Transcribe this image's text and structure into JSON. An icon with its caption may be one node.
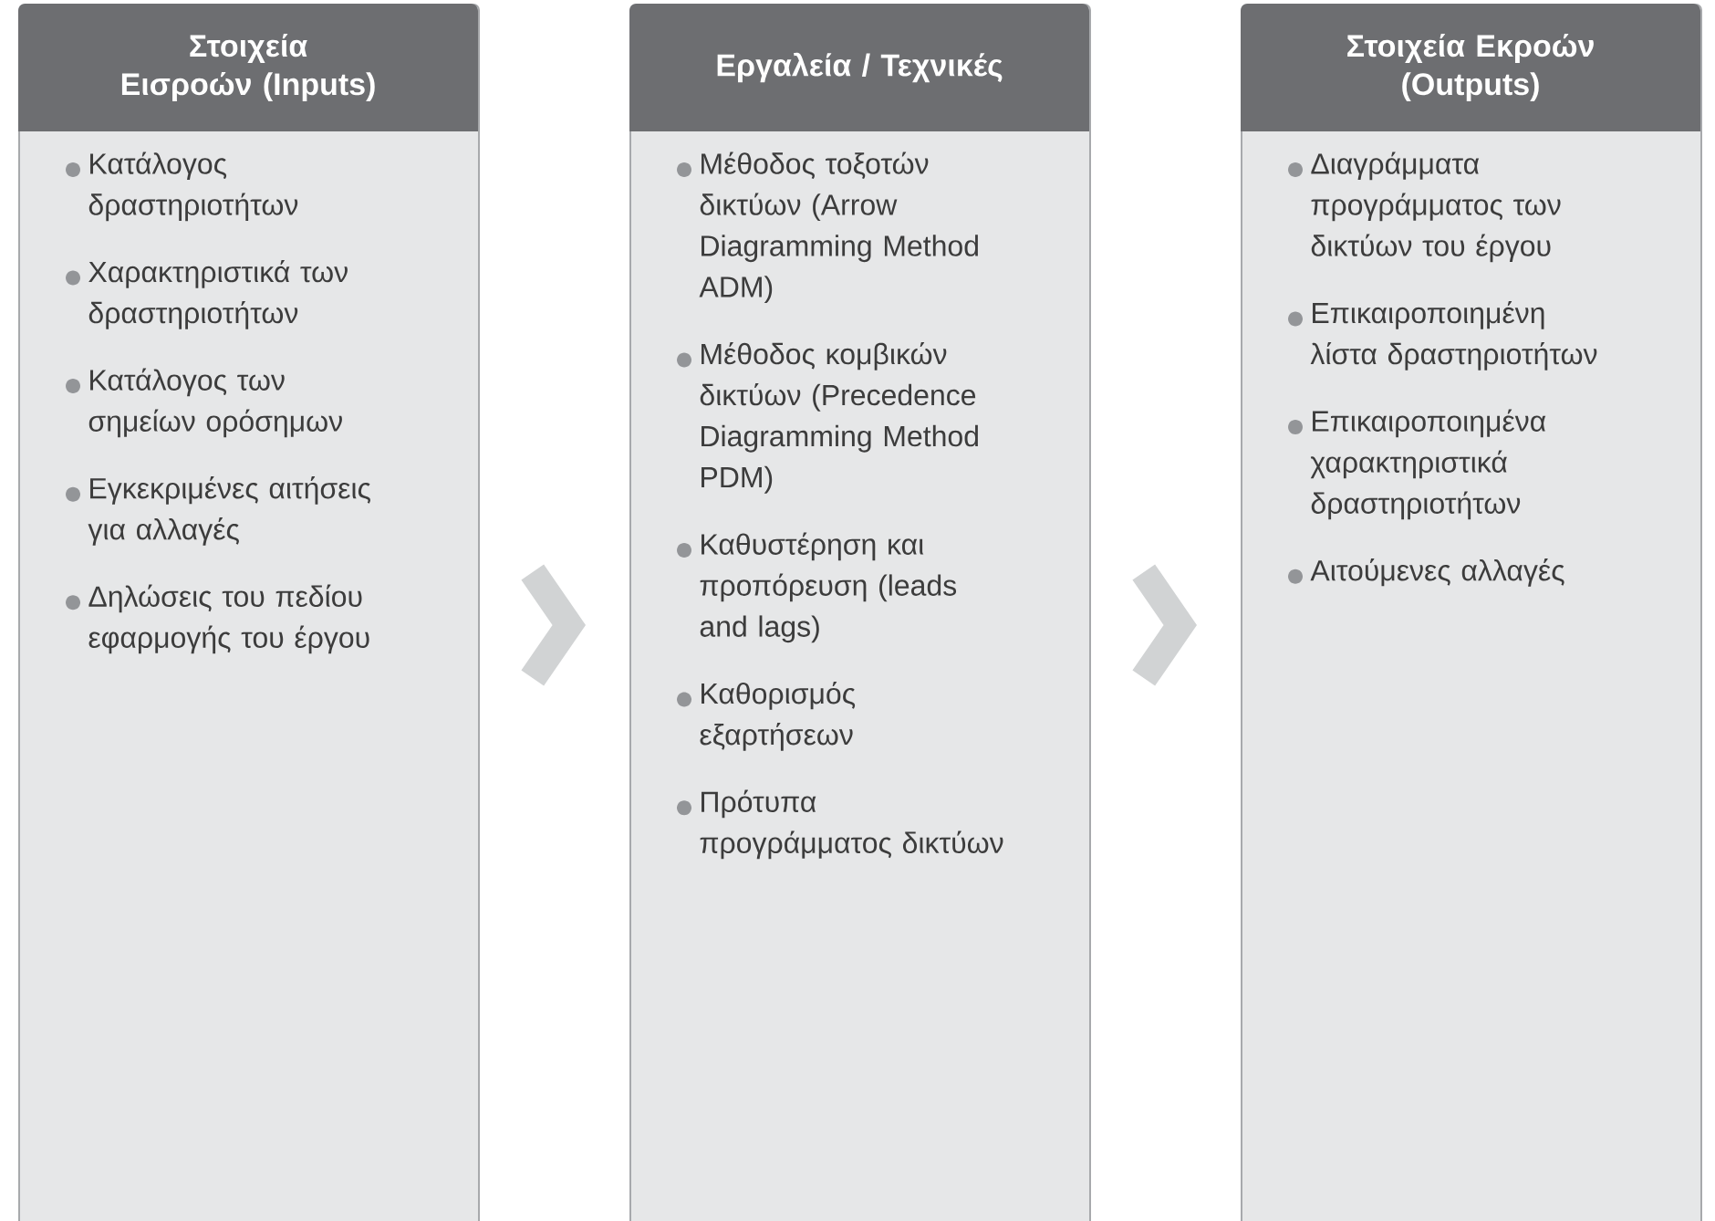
{
  "diagram": {
    "nodes": [
      {
        "text": [
          "Στοιχεία Εισροών (Inputs)",
          "Κατάλογος δραστηριοτήτων",
          "Χαρακτηριστικά των δραστηριοτήτων",
          "Κατάλογος των σημείων ορόσημων",
          "Εγκεκριμένες αιτήσεις για αλλαγές",
          "Δηλώσεις του πεδίου εφαρμογής του έργου"
        ]
      },
      {
        "text": [
          "Εργαλεία / Τεχνικές",
          "Μέθοδος τοξοτών δικτύων (Arrow Diagramming Method ADM)",
          "Μέθοδος κομβικών δικτύων (Precedence Diagramming Method PDM)",
          "Καθυστέρηση και προπόρευση (leads and lags)",
          "Καθορισμός εξαρτήσεων",
          "Πρότυπα προγράμματος δικτύων"
        ]
      },
      {
        "text": [
          "Στοιχεία Εκροών (Outputs)",
          "Διαγράμματα προγράμματος των δικτύων του έργου",
          "Επικαιροποιημένη λίστα δραστηριοτήτων",
          "Επικαιροποιημένα χαρακτηριστικά δραστηριοτήτων",
          "Αιτούμενες αλλαγές"
        ]
      }
    ],
    "edges": [
      {
        "from": 0,
        "to": 1,
        "arrow": "to"
      },
      {
        "from": 1,
        "to": 2,
        "arrow": "to"
      }
    ]
  }
}
